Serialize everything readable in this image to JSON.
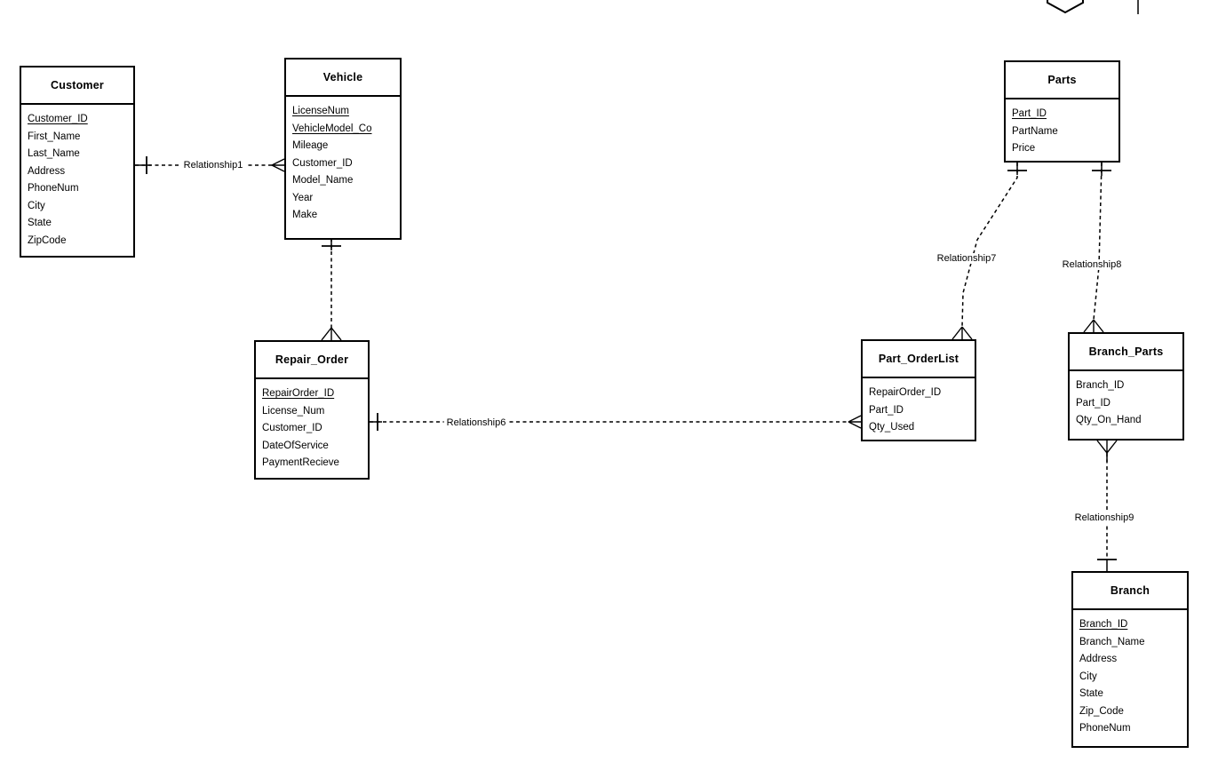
{
  "diagram": {
    "type": "entity-relationship-diagram",
    "background_color": "#ffffff",
    "line_color": "#000000",
    "text_color": "#000000",
    "line_style": "dashed",
    "notation": "crow-foot"
  },
  "entities": [
    {
      "name": "Customer",
      "fields": [
        {
          "label": "Customer_ID",
          "key": true
        },
        {
          "label": "First_Name",
          "key": false
        },
        {
          "label": "Last_Name",
          "key": false
        },
        {
          "label": "Address",
          "key": false
        },
        {
          "label": "PhoneNum",
          "key": false
        },
        {
          "label": "City",
          "key": false
        },
        {
          "label": "State",
          "key": false
        },
        {
          "label": "ZipCode",
          "key": false
        }
      ]
    },
    {
      "name": "Vehicle",
      "fields": [
        {
          "label": "LicenseNum",
          "key": true
        },
        {
          "label": "VehicleModel_Co",
          "key": true
        },
        {
          "label": "Mileage",
          "key": false
        },
        {
          "label": "Customer_ID",
          "key": false
        },
        {
          "label": "Model_Name",
          "key": false
        },
        {
          "label": "Year",
          "key": false
        },
        {
          "label": "Make",
          "key": false
        }
      ]
    },
    {
      "name": "Parts",
      "fields": [
        {
          "label": "Part_ID",
          "key": true
        },
        {
          "label": "PartName",
          "key": false
        },
        {
          "label": "Price",
          "key": false
        }
      ]
    },
    {
      "name": "Repair_Order",
      "fields": [
        {
          "label": "RepairOrder_ID",
          "key": true
        },
        {
          "label": "License_Num",
          "key": false
        },
        {
          "label": "Customer_ID",
          "key": false
        },
        {
          "label": "DateOfService",
          "key": false
        },
        {
          "label": "PaymentRecieve",
          "key": false
        }
      ]
    },
    {
      "name": "Part_OrderList",
      "fields": [
        {
          "label": "RepairOrder_ID",
          "key": false
        },
        {
          "label": "Part_ID",
          "key": false
        },
        {
          "label": "Qty_Used",
          "key": false
        }
      ]
    },
    {
      "name": "Branch_Parts",
      "fields": [
        {
          "label": "Branch_ID",
          "key": false
        },
        {
          "label": "Part_ID",
          "key": false
        },
        {
          "label": "Qty_On_Hand",
          "key": false
        }
      ]
    },
    {
      "name": "Branch",
      "fields": [
        {
          "label": "Branch_ID",
          "key": true
        },
        {
          "label": "Branch_Name",
          "key": false
        },
        {
          "label": "Address",
          "key": false
        },
        {
          "label": "City",
          "key": false
        },
        {
          "label": "State",
          "key": false
        },
        {
          "label": "Zip_Code",
          "key": false
        },
        {
          "label": "PhoneNum",
          "key": false
        }
      ]
    }
  ],
  "relationships": [
    {
      "label": "Relationship1",
      "from": "Customer",
      "to": "Vehicle",
      "from_end": "one",
      "to_end": "many"
    },
    {
      "label": "",
      "from": "Vehicle",
      "to": "Repair_Order",
      "from_end": "one",
      "to_end": "many"
    },
    {
      "label": "Relationship6",
      "from": "Repair_Order",
      "to": "Part_OrderList",
      "from_end": "one",
      "to_end": "many"
    },
    {
      "label": "Relationship7",
      "from": "Parts",
      "to": "Part_OrderList",
      "from_end": "one",
      "to_end": "many"
    },
    {
      "label": "Relationship8",
      "from": "Parts",
      "to": "Branch_Parts",
      "from_end": "one",
      "to_end": "many"
    },
    {
      "label": "Relationship9",
      "from": "Branch_Parts",
      "to": "Branch",
      "from_end": "many",
      "to_end": "one"
    }
  ]
}
